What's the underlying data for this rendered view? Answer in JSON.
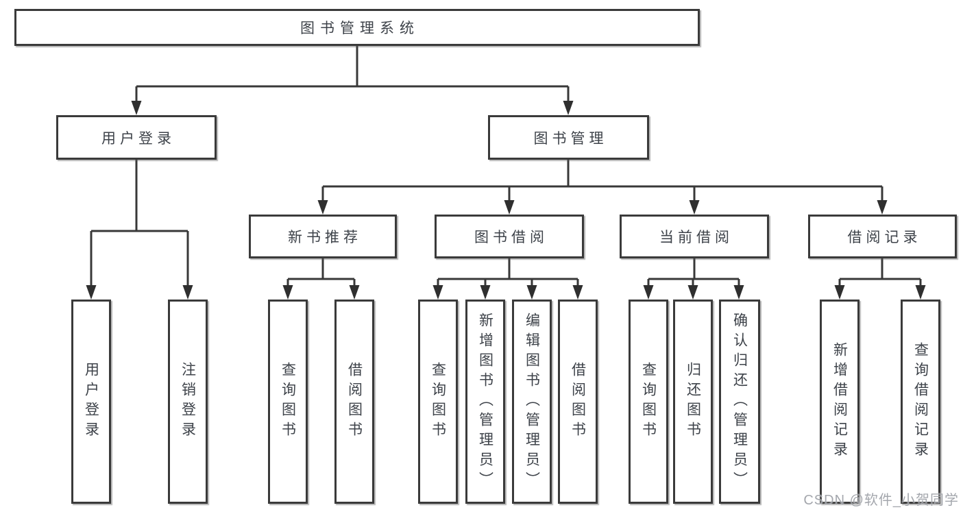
{
  "diagram": {
    "root": {
      "label": "图书管理系统",
      "children": [
        {
          "label": "用户登录",
          "children": [
            {
              "label": "用户登录"
            },
            {
              "label": "注销登录"
            }
          ]
        },
        {
          "label": "图书管理",
          "children": [
            {
              "label": "新书推荐",
              "children": [
                {
                  "label": "查询图书"
                },
                {
                  "label": "借阅图书"
                }
              ]
            },
            {
              "label": "图书借阅",
              "children": [
                {
                  "label": "查询图书"
                },
                {
                  "label": "新增图书（管理员）"
                },
                {
                  "label": "编辑图书（管理员）"
                },
                {
                  "label": "借阅图书"
                }
              ]
            },
            {
              "label": "当前借阅",
              "children": [
                {
                  "label": "查询图书"
                },
                {
                  "label": "归还图书"
                },
                {
                  "label": "确认归还（管理员）"
                }
              ]
            },
            {
              "label": "借阅记录",
              "children": [
                {
                  "label": "新增借阅记录"
                },
                {
                  "label": "查询借阅记录"
                }
              ]
            }
          ]
        }
      ]
    }
  },
  "watermark": {
    "text": "CSDN @软件_小贺同学"
  },
  "colors": {
    "line": "#383838",
    "arrow": "#2f2f2f",
    "text": "#3d4249",
    "watermark": "#9ca0a6",
    "background": "#ffffff"
  }
}
